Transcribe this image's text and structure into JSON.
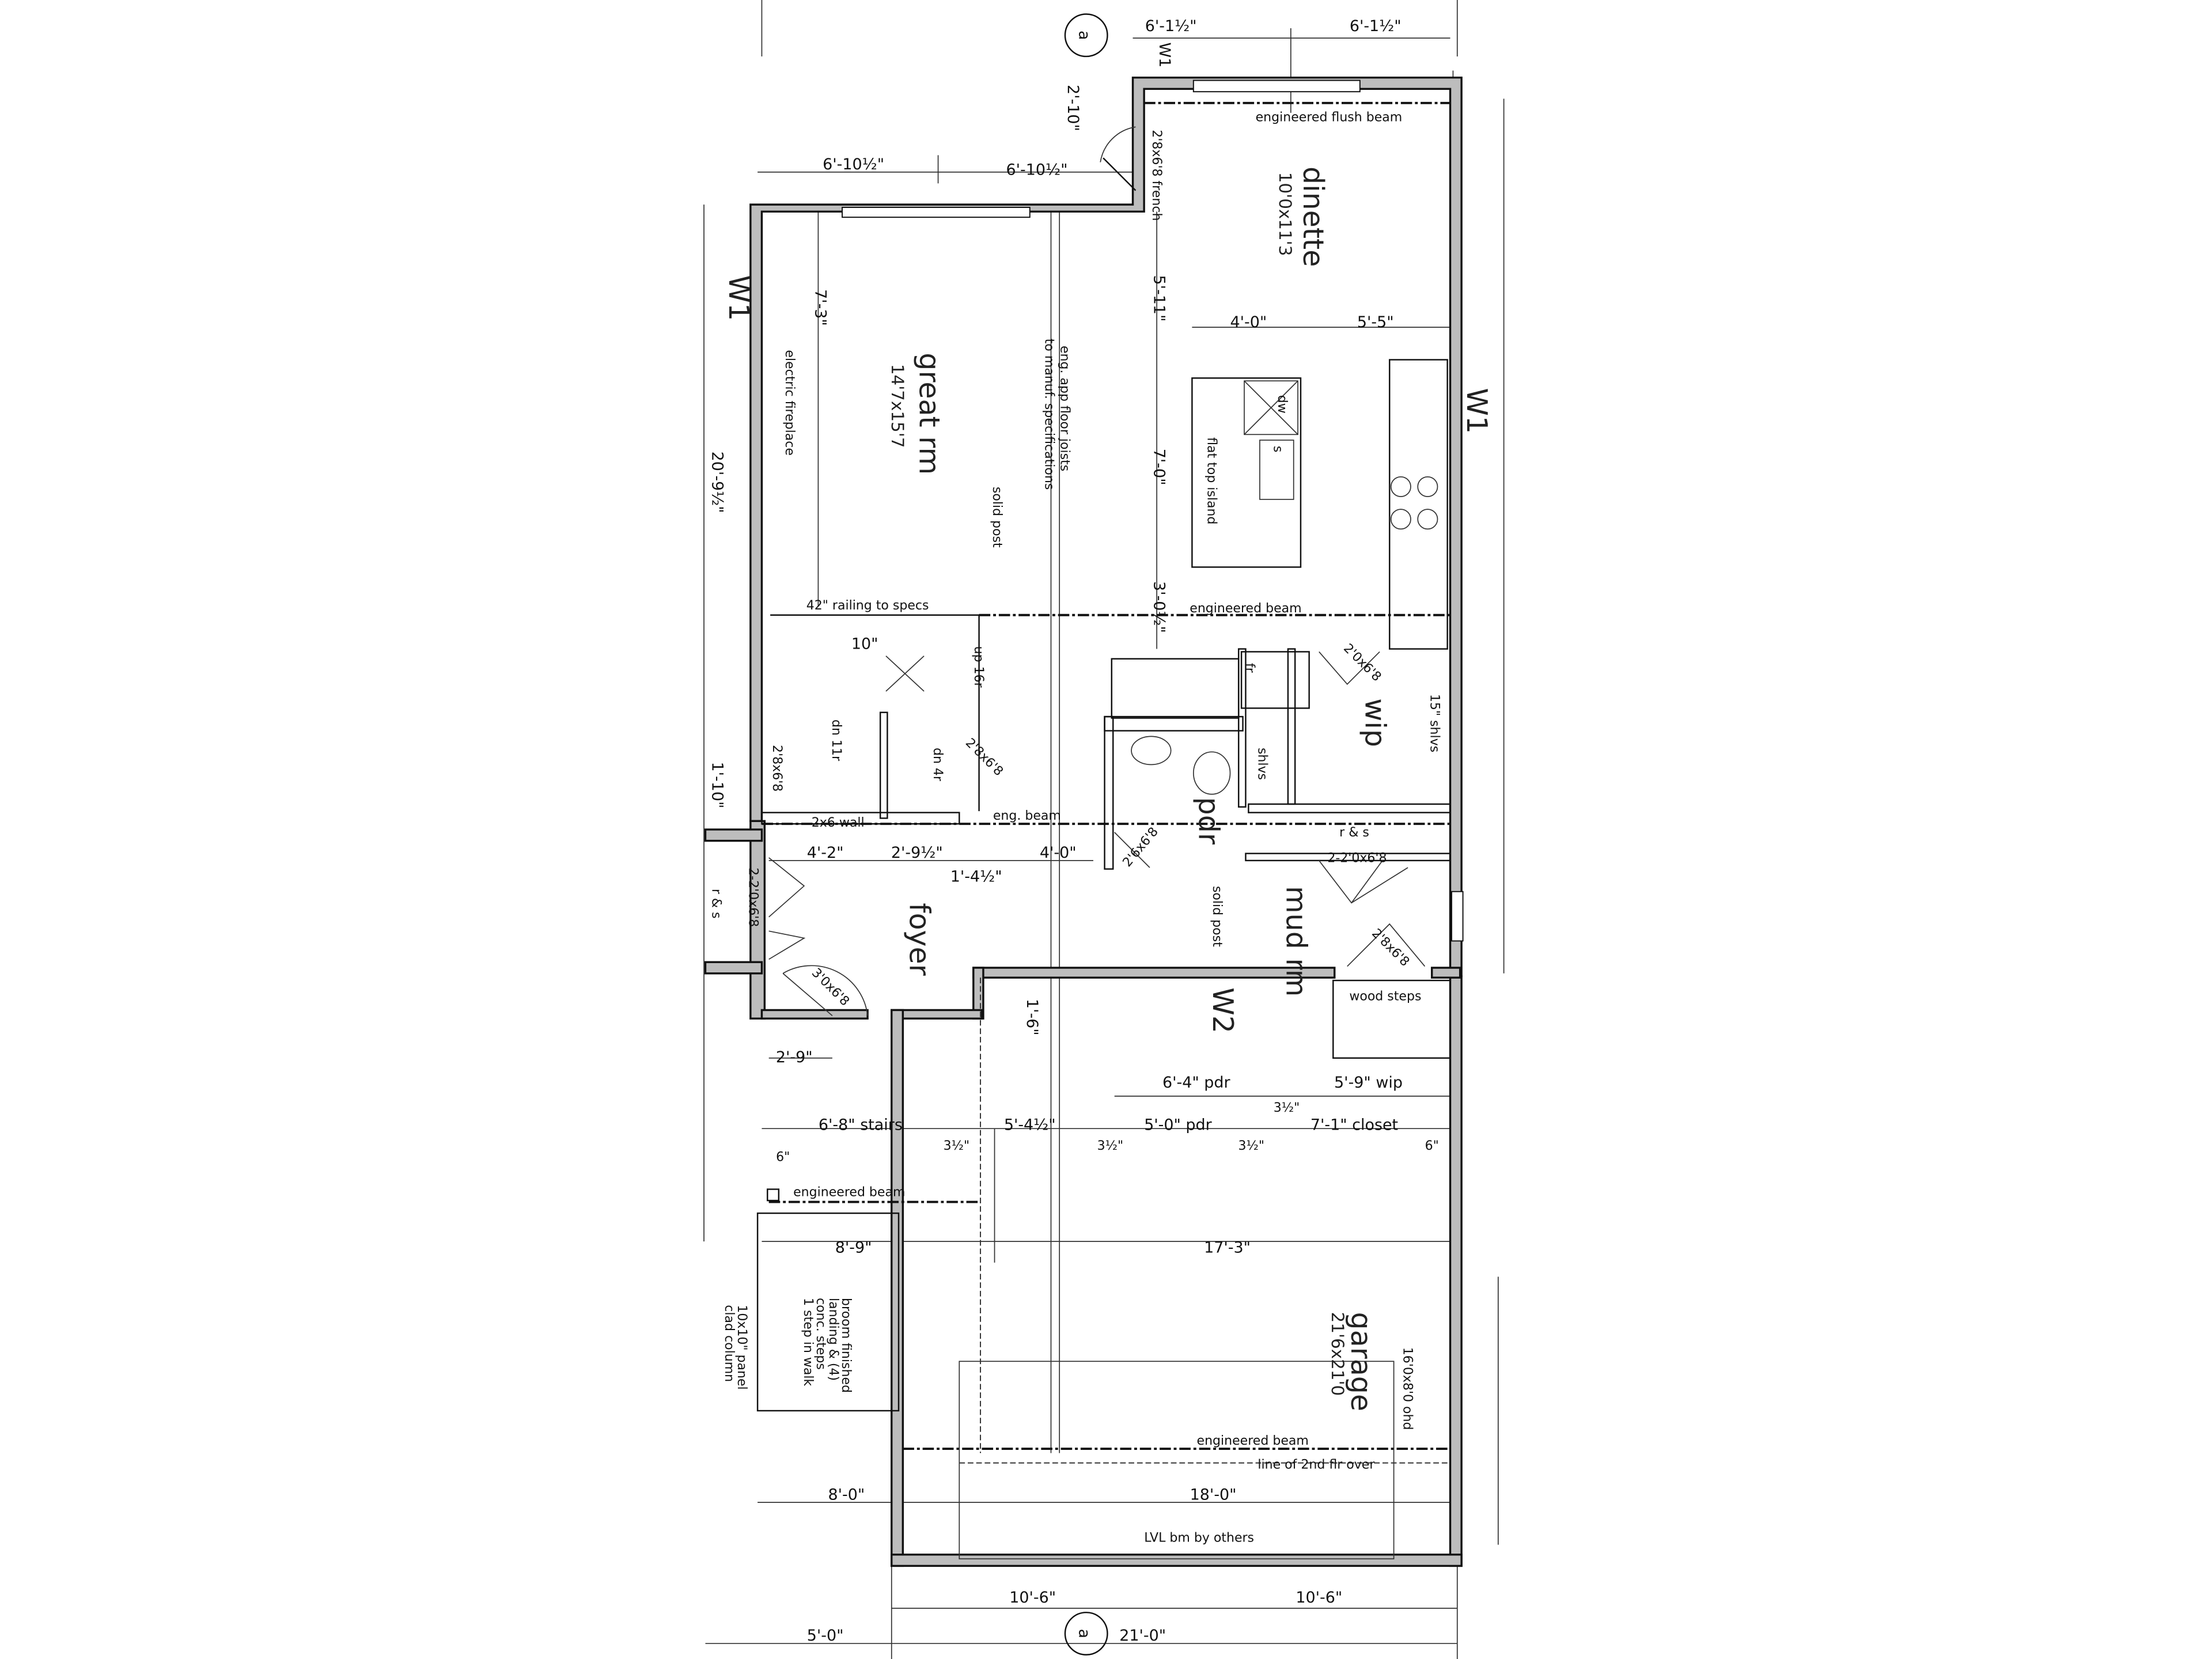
{
  "plan": {
    "grid_marker": "a",
    "labels": {
      "top_dim_1": "6'-1½\"",
      "top_dim_2": "6'-1½\"",
      "notch_dim": "2'-10\"",
      "french_door": "2'8x6'8 french",
      "flush_beam": "engineered flush beam",
      "great_top_1": "6'-10½\"",
      "great_top_2": "6'-10½\"",
      "w1_top": "W1",
      "w1_left": "W1",
      "w1_right": "W1",
      "w2": "W2",
      "dim_5_11": "5'-11\"",
      "dim_4_0_kitchen": "4'-0\"",
      "dim_5_5": "5'-5\"",
      "dim_7_3": "7'-3\"",
      "electric_fireplace": "electric fireplace",
      "joists_1": "eng. app floor joists",
      "joists_2": "to manuf. specifications",
      "dim_20_9": "20'-9½\"",
      "dim_7_0": "7'-0\"",
      "flat_top_island": "flat top island",
      "dw": "dw",
      "sink": "s",
      "solid_post_1": "solid post",
      "dim_3_0": "3'-0½\"",
      "railing": "42\" railing to specs",
      "eng_beam_mid": "engineered beam",
      "dim_10in": "10\"",
      "up_16r": "up 16r",
      "fridge": "fr",
      "wip_door": "2'0x6'8",
      "shelves_15": "15\" shlvs",
      "dn_11r": "dn 11r",
      "stair_door": "2'8x6'8",
      "dn_4r": "dn 4r",
      "stair_door_2": "2'8x6'8",
      "shlvs": "shlvs",
      "dim_1_10": "1'-10\"",
      "wall_2x6": "2x6 wall",
      "eng_beam_short": "eng. beam",
      "rs_1": "r & s",
      "rs_2": "r & s",
      "dim_4_2": "4'-2\"",
      "dim_2_9_half": "2'-9½\"",
      "dim_4_0_foyer": "4'-0\"",
      "dim_1_4": "1'-4½\"",
      "pdr_door": "2'6x6'8",
      "mud_doors": "2-2'0x6'8",
      "closet_doors": "2-2'0x6'8",
      "solid_post_2": "solid post",
      "mud_door": "2'8x6'8",
      "front_door": "3'0x6'8",
      "wood_steps": "wood steps",
      "dim_1_6": "1'-6\"",
      "dim_2_9": "2'-9\"",
      "dim_6_4_pdr": "6'-4\" pdr",
      "dim_5_9_wip": "5'-9\" wip",
      "dim_3_half_a": "3½\"",
      "dim_6_8_stairs": "6'-8\" stairs",
      "dim_5_4": "5'-4½\"",
      "dim_5_0_pdr": "5'-0\" pdr",
      "dim_7_1_closet": "7'-1\" closet",
      "dim_3_half_b": "3½\"",
      "dim_3_half_c": "3½\"",
      "dim_3_half_d": "3½\"",
      "dim_6_right": "6\"",
      "dim_6_left": "6\"",
      "eng_beam_porch": "engineered beam",
      "dim_8_9": "8'-9\"",
      "dim_17_3": "17'-3\"",
      "garage_door": "16'0x8'0 ohd",
      "landing_1": "broom finished",
      "landing_2": "landing & (4)",
      "landing_3": "conc. steps",
      "landing_4": "1 step in walk",
      "column_1": "10x10\" panel",
      "column_2": "clad column",
      "eng_beam_garage": "engineered beam",
      "second_floor": "line of 2nd flr over",
      "dim_8_0": "8'-0\"",
      "dim_18_0": "18'-0\"",
      "lvl_beam": "LVL bm by others",
      "bottom_10_6_a": "10'-6\"",
      "bottom_10_6_b": "10'-6\"",
      "dim_5_0_bottom": "5'-0\"",
      "dim_21_0": "21'-0\""
    },
    "rooms": {
      "dinette": {
        "name": "dinette",
        "size": "10'0x11'3"
      },
      "great_room": {
        "name": "great rm",
        "size": "14'7x15'7"
      },
      "wip": {
        "name": "wip"
      },
      "pdr": {
        "name": "pdr"
      },
      "mud_room": {
        "name": "mud rm"
      },
      "foyer": {
        "name": "foyer"
      },
      "garage": {
        "name": "garage",
        "size": "21'6x21'0"
      }
    }
  }
}
